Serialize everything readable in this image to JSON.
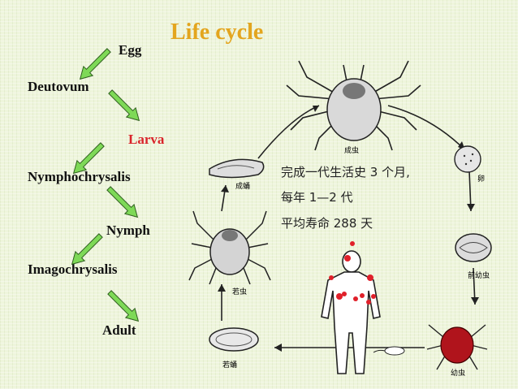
{
  "title": "Life   cycle",
  "stages": {
    "egg": "Egg",
    "deutovum": "Deutovum",
    "larva": "Larva",
    "nymphochrysalis": "Nymphochrysalis",
    "nymph": "Nymph",
    "imagochrysalis": "Imagochrysalis",
    "adult": "Adult"
  },
  "figure": {
    "text_line1": "完成一代生活史 3 个月,",
    "text_line2": "每年 1—2 代",
    "text_line3": "平均寿命 288 天",
    "label_adult": "成虫",
    "label_egg": "卵",
    "label_deutovum": "前幼虫",
    "label_larva": "幼虫",
    "label_imagochrysalis": "成蛹",
    "label_nymph": "若虫",
    "label_nymphochrysalis": "若蛹"
  },
  "colors": {
    "title": "#e3a51e",
    "larva_text": "#d9232a",
    "arrow_fill": "#7ed957",
    "arrow_stroke": "#2f5f1e",
    "lesion": "#e0202a"
  }
}
